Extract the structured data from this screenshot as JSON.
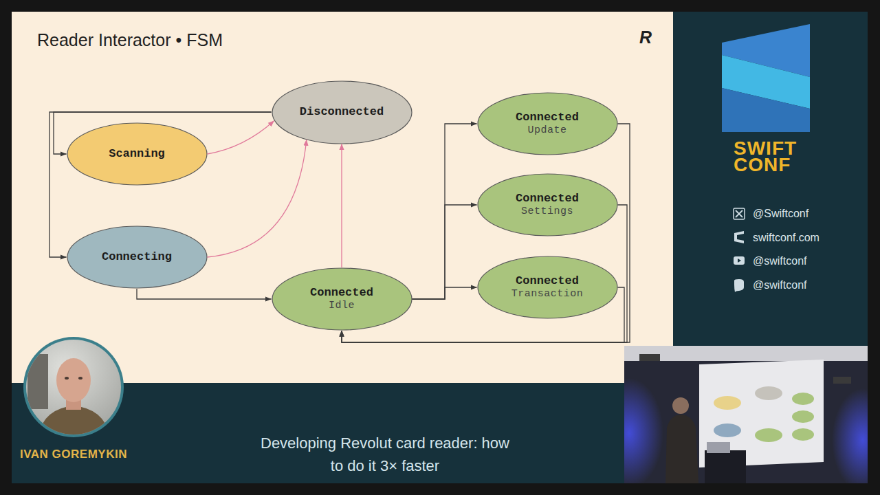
{
  "diagram": {
    "title": "Reader Interactor • FSM",
    "nodes": [
      {
        "text": [
          "Disconnected"
        ]
      },
      {
        "text": [
          "Scanning"
        ]
      },
      {
        "text": [
          "Connecting"
        ]
      },
      {
        "text": [
          "Connected",
          "Idle"
        ]
      },
      {
        "text": [
          "Connected",
          "Update"
        ]
      },
      {
        "text": [
          "Connected",
          "Settings"
        ]
      },
      {
        "text": [
          "Connected",
          "Transaction"
        ]
      }
    ],
    "edges": [
      {
        "from": 0,
        "to": 1,
        "arrow": "to"
      },
      {
        "from": 0,
        "to": 2,
        "arrow": "to"
      },
      {
        "from": 1,
        "to": 0,
        "arrow": "to"
      },
      {
        "from": 2,
        "to": 0,
        "arrow": "to"
      },
      {
        "from": 2,
        "to": 3,
        "arrow": "to"
      },
      {
        "from": 3,
        "to": 0,
        "arrow": "to"
      },
      {
        "from": 3,
        "to": 4,
        "arrow": "to"
      },
      {
        "from": 3,
        "to": 5,
        "arrow": "to"
      },
      {
        "from": 3,
        "to": 6,
        "arrow": "to"
      },
      {
        "from": 4,
        "to": 3,
        "arrow": "to"
      },
      {
        "from": 5,
        "to": 3,
        "arrow": "to"
      },
      {
        "from": 6,
        "to": 3,
        "arrow": "to"
      }
    ],
    "labels": [
      "R",
      "SWIFT",
      "CONF",
      "@Swiftconf",
      "swiftconf.com",
      "@swiftconf",
      "@swiftconf",
      "IVAN GOREMYKIN",
      "Developing Revolut card reader: how to do it 3× faster"
    ]
  }
}
